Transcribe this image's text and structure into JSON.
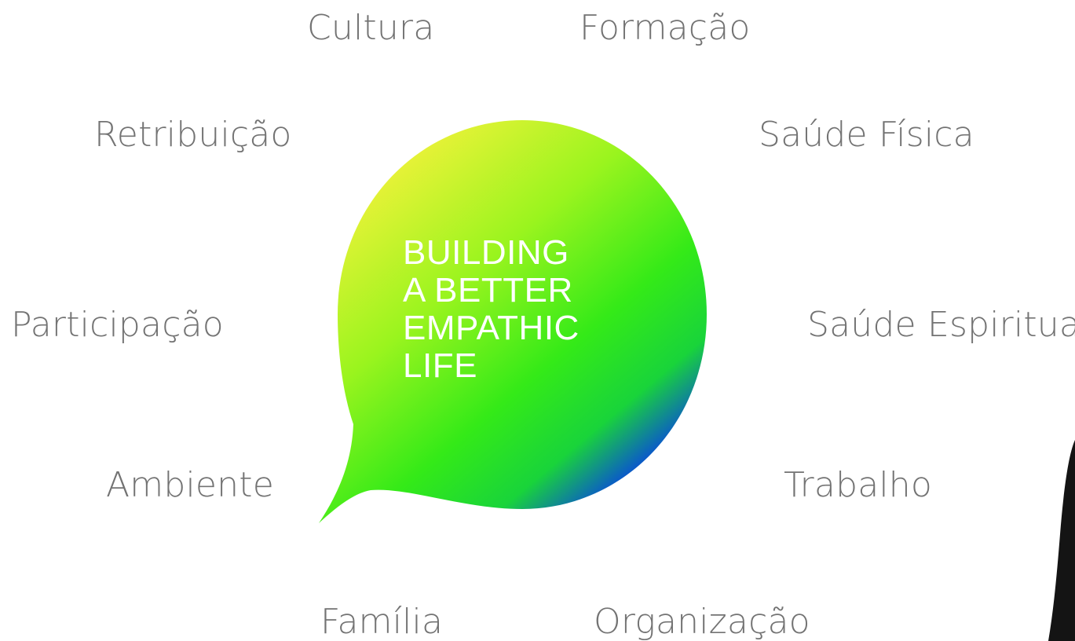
{
  "labels": {
    "cultura": "Cultura",
    "formacao": "Formação",
    "retribuicao": "Retribuição",
    "saude_fisica": "Saúde Física",
    "participacao": "Participação",
    "saude_espiritual": "Saúde Espiritual",
    "ambiente": "Ambiente",
    "trabalho": "Trabalho",
    "familia": "Família",
    "organizacao": "Organização"
  },
  "bubble": {
    "lines": [
      "BUILDING",
      "A BETTER",
      "EMPATHIC",
      "LIFE"
    ],
    "gradient_colors": [
      "#f4f13a",
      "#7cf51c",
      "#22e81a",
      "#0a14e8"
    ]
  },
  "colors": {
    "label_text": "#737373",
    "bubble_text": "#ffffff",
    "background": "#ffffff"
  }
}
